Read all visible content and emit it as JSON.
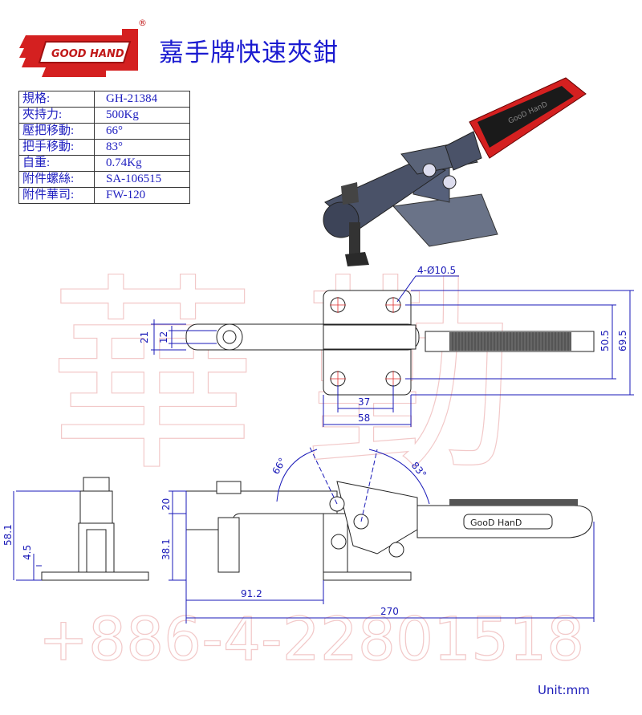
{
  "logo": {
    "text": "GOOD HAND",
    "registered": "®",
    "color": "#d42020"
  },
  "title": "嘉手牌快速夾鉗",
  "spec_table": [
    {
      "label": "規格:",
      "value": "GH-21384"
    },
    {
      "label": "夾持力:",
      "value": "500Kg"
    },
    {
      "label": "壓把移動:",
      "value": "66°"
    },
    {
      "label": "把手移動:",
      "value": "83°"
    },
    {
      "label": "自重:",
      "value": "0.74Kg"
    },
    {
      "label": "附件螺絲:",
      "value": "SA-106515"
    },
    {
      "label": "附件華司:",
      "value": "FW-120"
    }
  ],
  "render_handle_text": "GooD HanD",
  "top_view": {
    "hole_callout": "4-Ø10.5",
    "dims": {
      "a": "50.5",
      "b": "69.5",
      "c": "37",
      "d": "58",
      "e": "21",
      "f": "12"
    }
  },
  "side_view": {
    "dims": {
      "h1": "58.1",
      "h2": "4.5",
      "h3": "20",
      "h4": "38.1",
      "l1": "91.2",
      "l2": "270"
    },
    "angle1": "66°",
    "angle2": "83°",
    "handle_text": "GooD HanD"
  },
  "watermark": {
    "phone": "+886-4-22801518",
    "chars": "華勤"
  },
  "unit": "Unit:mm",
  "colors": {
    "dimension": "#1a1ab8",
    "handle": "#d42020",
    "watermark": "#f2c8c8"
  }
}
